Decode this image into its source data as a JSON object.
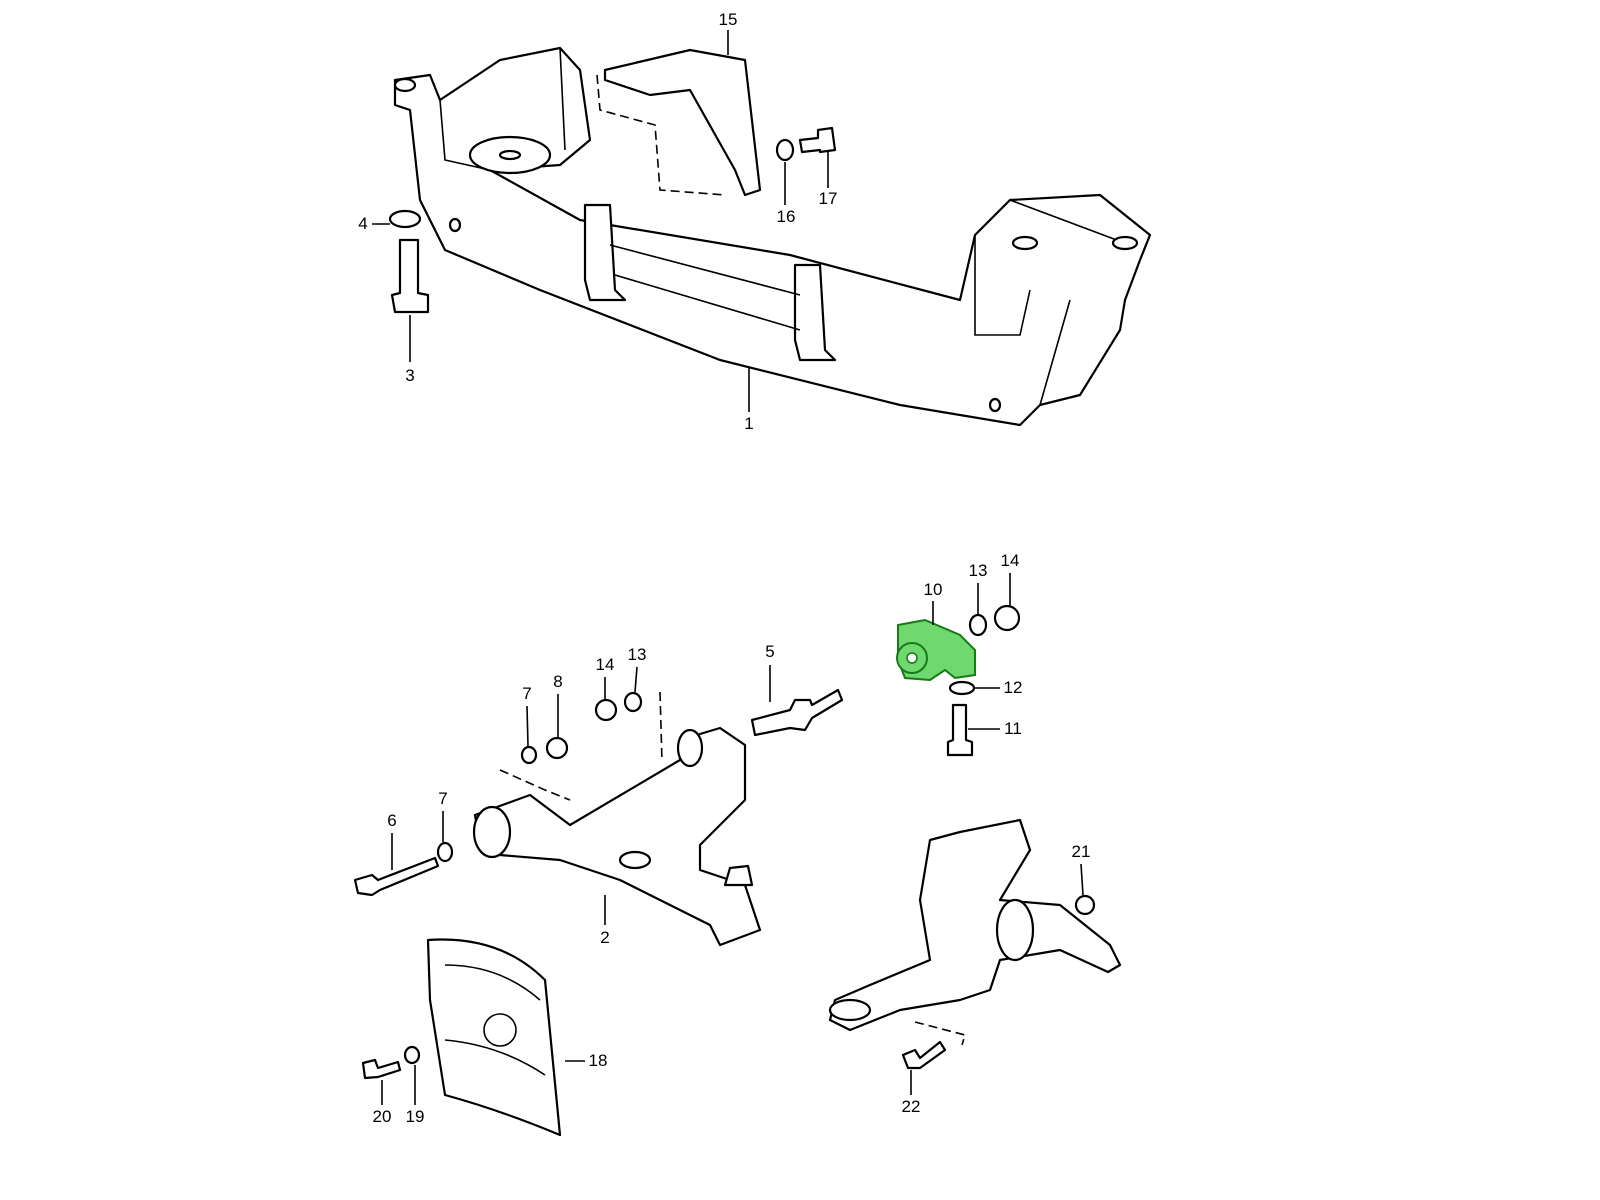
{
  "diagram": {
    "highlight_color": "#6fd86f",
    "callouts": [
      "15",
      "16",
      "17",
      "4",
      "3",
      "1",
      "10",
      "13",
      "14",
      "12",
      "11",
      "5",
      "14",
      "13",
      "8",
      "7",
      "6",
      "7",
      "2",
      "21",
      "22",
      "18",
      "20",
      "19"
    ]
  }
}
